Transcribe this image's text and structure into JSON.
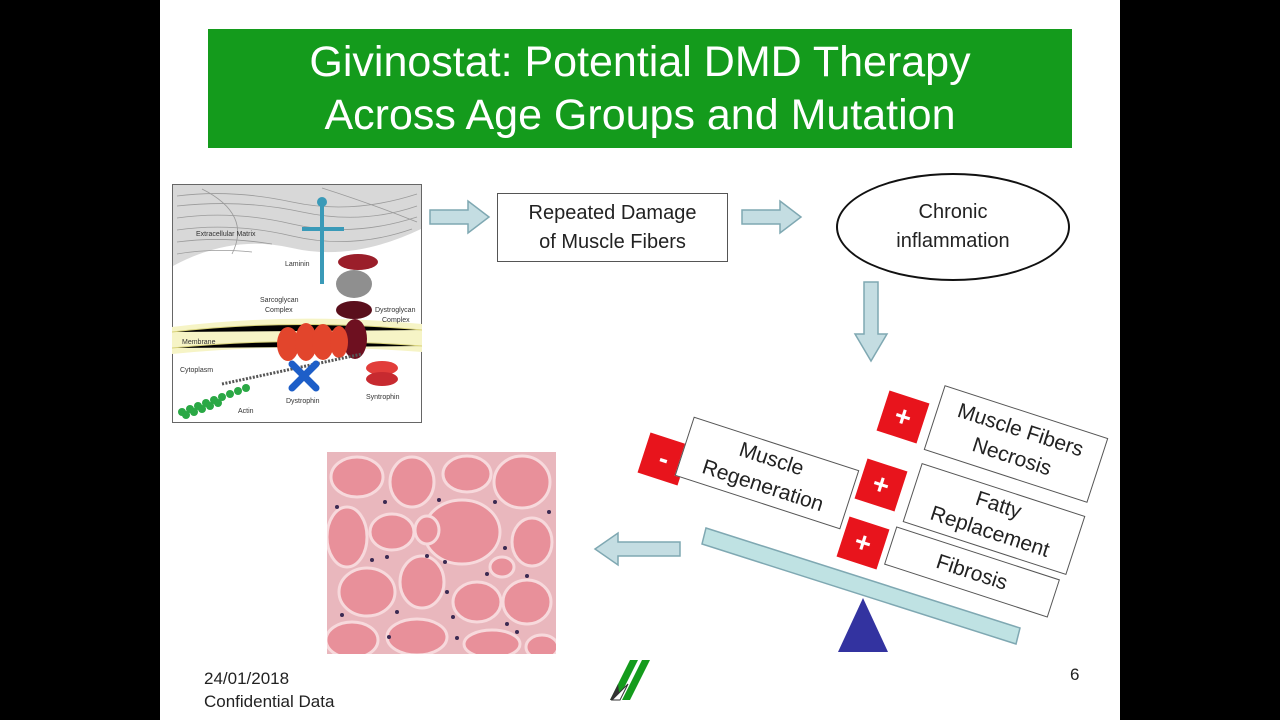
{
  "slide": {
    "title_line1": "Givinostat: Potential DMD Therapy",
    "title_line2": "Across Age Groups and Mutation",
    "flow": {
      "damage_line1": "Repeated Damage",
      "damage_line2": "of Muscle Fibers",
      "inflammation_line1": "Chronic",
      "inflammation_line2": "inflammation"
    },
    "diagram_labels": {
      "ecm": "Extracellular Matrix",
      "laminin": "Laminin",
      "sarcoglycan_line1": "Sarcoglycan",
      "sarcoglycan_line2": "Complex",
      "dystroglycan_line1": "Dystroglycan",
      "dystroglycan_line2": "Complex",
      "membrane": "Membrane",
      "cytoplasm": "Cytoplasm",
      "actin": "Actin",
      "dystrophin": "Dystrophin",
      "syntrophin": "Syntrophin"
    },
    "balance": {
      "regeneration_sign": "-",
      "regeneration_line1": "Muscle",
      "regeneration_line2": "Regeneration",
      "necrosis_sign": "+",
      "necrosis_line1": "Muscle Fibers",
      "necrosis_line2": "Necrosis",
      "fatty_sign": "+",
      "fatty_line1": "Fatty",
      "fatty_line2": "Replacement",
      "fibrosis_sign": "+",
      "fibrosis_label": "Fibrosis"
    },
    "footer": {
      "date": "24/01/2018",
      "confidential": "Confidential Data",
      "page_number": "6"
    },
    "colors": {
      "title_bg": "#149b1c",
      "arrow_fill": "#c4dde2",
      "sign_red": "#e8141c",
      "beam": "#bfe2e3",
      "fulcrum": "#3333a0",
      "tissue_pink": "#e8909a"
    }
  }
}
